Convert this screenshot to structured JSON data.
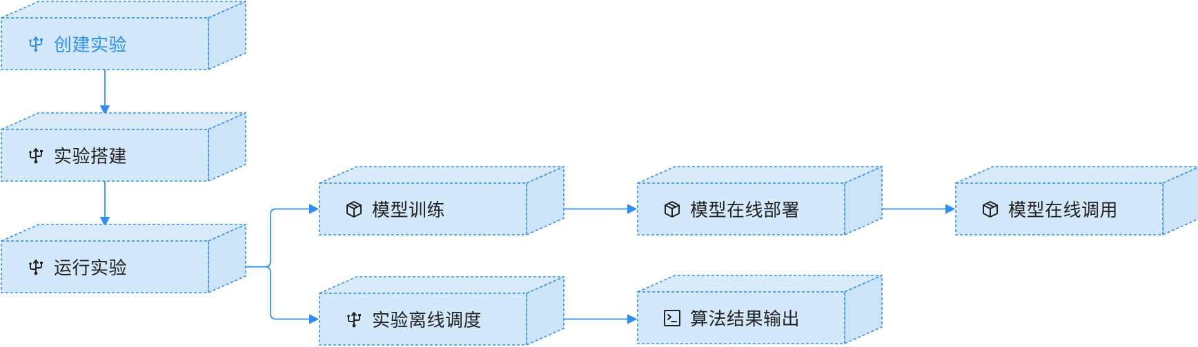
{
  "colors": {
    "box_fill": "#d4e8fb",
    "box_fill_top": "#d9ebfb",
    "box_fill_side": "#cce3f8",
    "border": "#2f8ef0",
    "connector": "#2f8ef0",
    "text": "#222222",
    "text_active": "#2f8ef0"
  },
  "nodes": {
    "create_experiment": {
      "label": "创建实验",
      "icon": "usb-fork-icon"
    },
    "build_experiment": {
      "label": "实验搭建",
      "icon": "usb-fork-icon"
    },
    "run_experiment": {
      "label": "运行实验",
      "icon": "usb-fork-icon"
    },
    "model_training": {
      "label": "模型训练",
      "icon": "cube-icon"
    },
    "offline_scheduling": {
      "label": "实验离线调度",
      "icon": "usb-fork-icon"
    },
    "online_deploy": {
      "label": "模型在线部署",
      "icon": "cube-icon"
    },
    "algo_output": {
      "label": "算法结果输出",
      "icon": "terminal-icon"
    },
    "online_invoke": {
      "label": "模型在线调用",
      "icon": "cube-icon"
    }
  },
  "edges": [
    [
      "create_experiment",
      "build_experiment"
    ],
    [
      "build_experiment",
      "run_experiment"
    ],
    [
      "run_experiment",
      "model_training"
    ],
    [
      "run_experiment",
      "offline_scheduling"
    ],
    [
      "model_training",
      "online_deploy"
    ],
    [
      "online_deploy",
      "online_invoke"
    ],
    [
      "offline_scheduling",
      "algo_output"
    ]
  ]
}
